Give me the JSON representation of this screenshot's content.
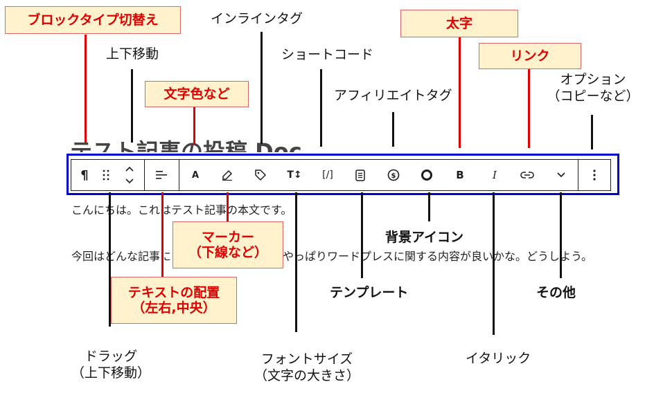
{
  "heading": "テスト記事の投稿 Doc",
  "paragraph_1": "こんにちは。これはテスト記事の本文です。",
  "paragraph_2_left": "今回はどんな記事に",
  "paragraph_2_right": "やっぱりワードプレスに関する内容が良いかな。どうしよう。",
  "labels": {
    "block_type": "ブロックタイプ切替え",
    "move_up_down": "上下移動",
    "text_color": "文字色など",
    "inline_tag": "インラインタグ",
    "shortcode": "ショートコード",
    "affiliate_tag": "アフィリエイトタグ",
    "bold": "太字",
    "link": "リンク",
    "options_line1": "オプション",
    "options_line2": "（コピーなど）",
    "marker_line1": "マーカー",
    "marker_line2": "（下線など）",
    "bg_icon": "背景アイコン",
    "text_align_line1": "テキストの配置",
    "text_align_line2": "（左右,中央）",
    "template": "テンプレート",
    "others": "その他",
    "drag_line1": "ドラッグ",
    "drag_line2": "（上下移動）",
    "font_size_line1": "フォントサイズ",
    "font_size_line2": "（文字の大きさ）",
    "italic": "イタリック"
  },
  "toolbar": {
    "paragraph_glyph": "¶",
    "font_color_glyph": "A",
    "font_size_glyph": "T↕",
    "shortcode_glyph": "[/]",
    "bold_glyph": "B",
    "italic_glyph": "I"
  },
  "colors": {
    "callout_fill": "#fff2cc",
    "callout_text": "#e00000",
    "frame": "#0000cc"
  }
}
